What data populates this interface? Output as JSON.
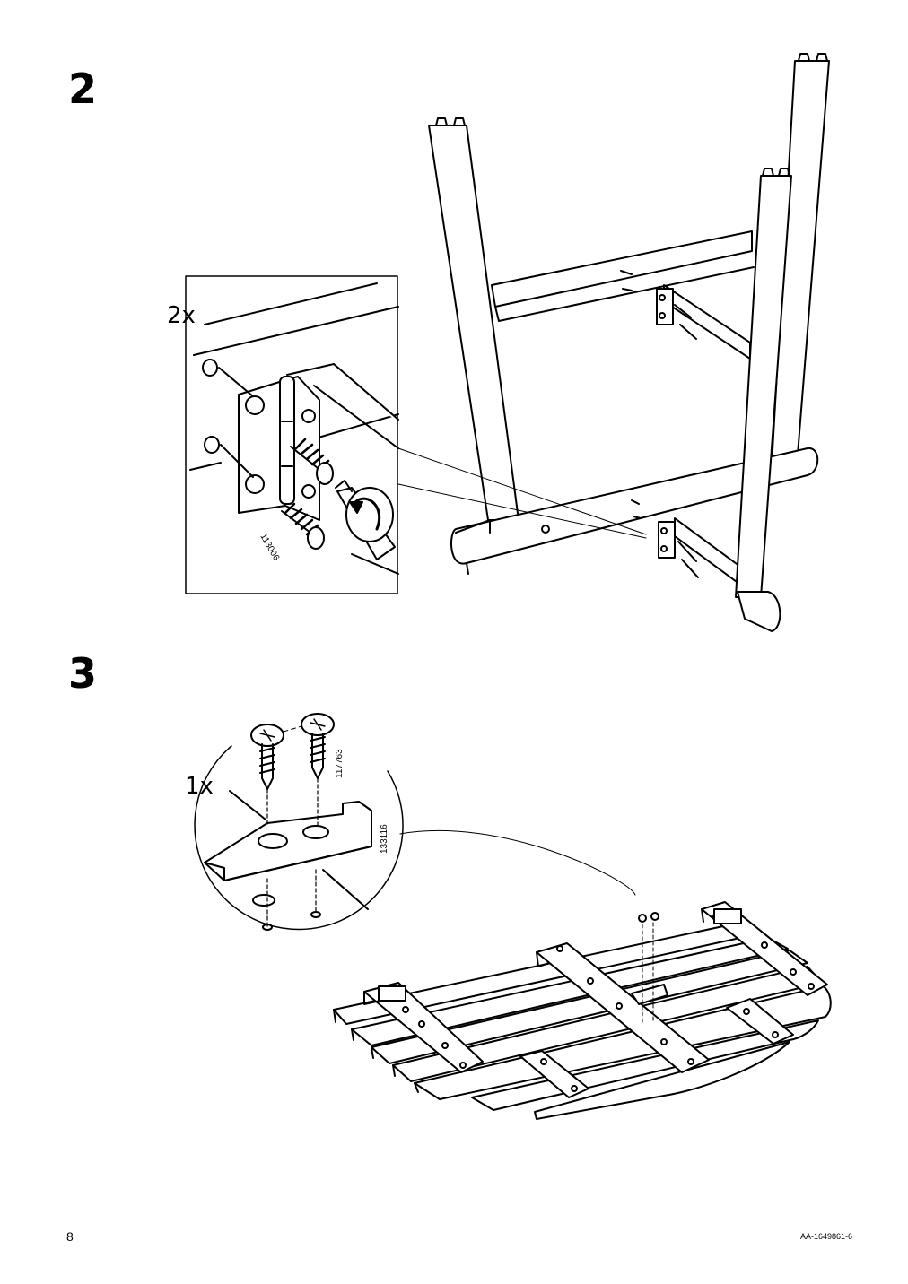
{
  "steps": [
    {
      "number": "2",
      "quantity": "2x",
      "part_number": "113006"
    },
    {
      "number": "3",
      "quantity": "1x",
      "part_numbers": [
        "117763",
        "133116"
      ]
    }
  ],
  "footer": {
    "page_number": "8",
    "doc_id": "AA-1649861-6"
  }
}
